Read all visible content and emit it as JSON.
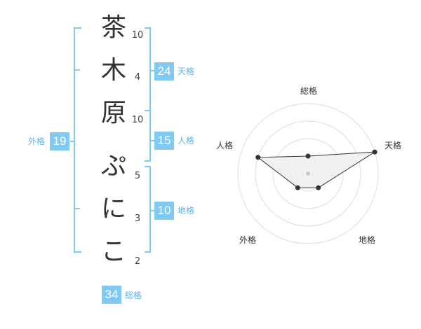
{
  "name": {
    "chars": [
      {
        "char": "茶",
        "strokes": "10"
      },
      {
        "char": "木",
        "strokes": "4"
      },
      {
        "char": "原",
        "strokes": "10"
      },
      {
        "char": "ぷ",
        "strokes": "5"
      },
      {
        "char": "に",
        "strokes": "3"
      },
      {
        "char": "こ",
        "strokes": "2"
      }
    ]
  },
  "fortune": {
    "tenkaku": {
      "value": "24",
      "label": "天格"
    },
    "jinkaku": {
      "value": "15",
      "label": "人格"
    },
    "chikaku": {
      "value": "10",
      "label": "地格"
    },
    "gaikaku": {
      "value": "19",
      "label": "外格"
    },
    "soukaku": {
      "value": "34",
      "label": "総格"
    }
  },
  "colors": {
    "accent": "#7fcaf3",
    "bracket": "#7fcaf3",
    "text": "#333333",
    "radar_fill": "#eeeeee",
    "radar_grid": "#dddddd",
    "radar_point": "#333333"
  },
  "chart_data": {
    "type": "radar",
    "axes": [
      "総格",
      "天格",
      "地格",
      "外格",
      "人格"
    ],
    "values": [
      1,
      4,
      1,
      1,
      3
    ],
    "range": [
      0,
      4
    ],
    "rings": 4
  }
}
